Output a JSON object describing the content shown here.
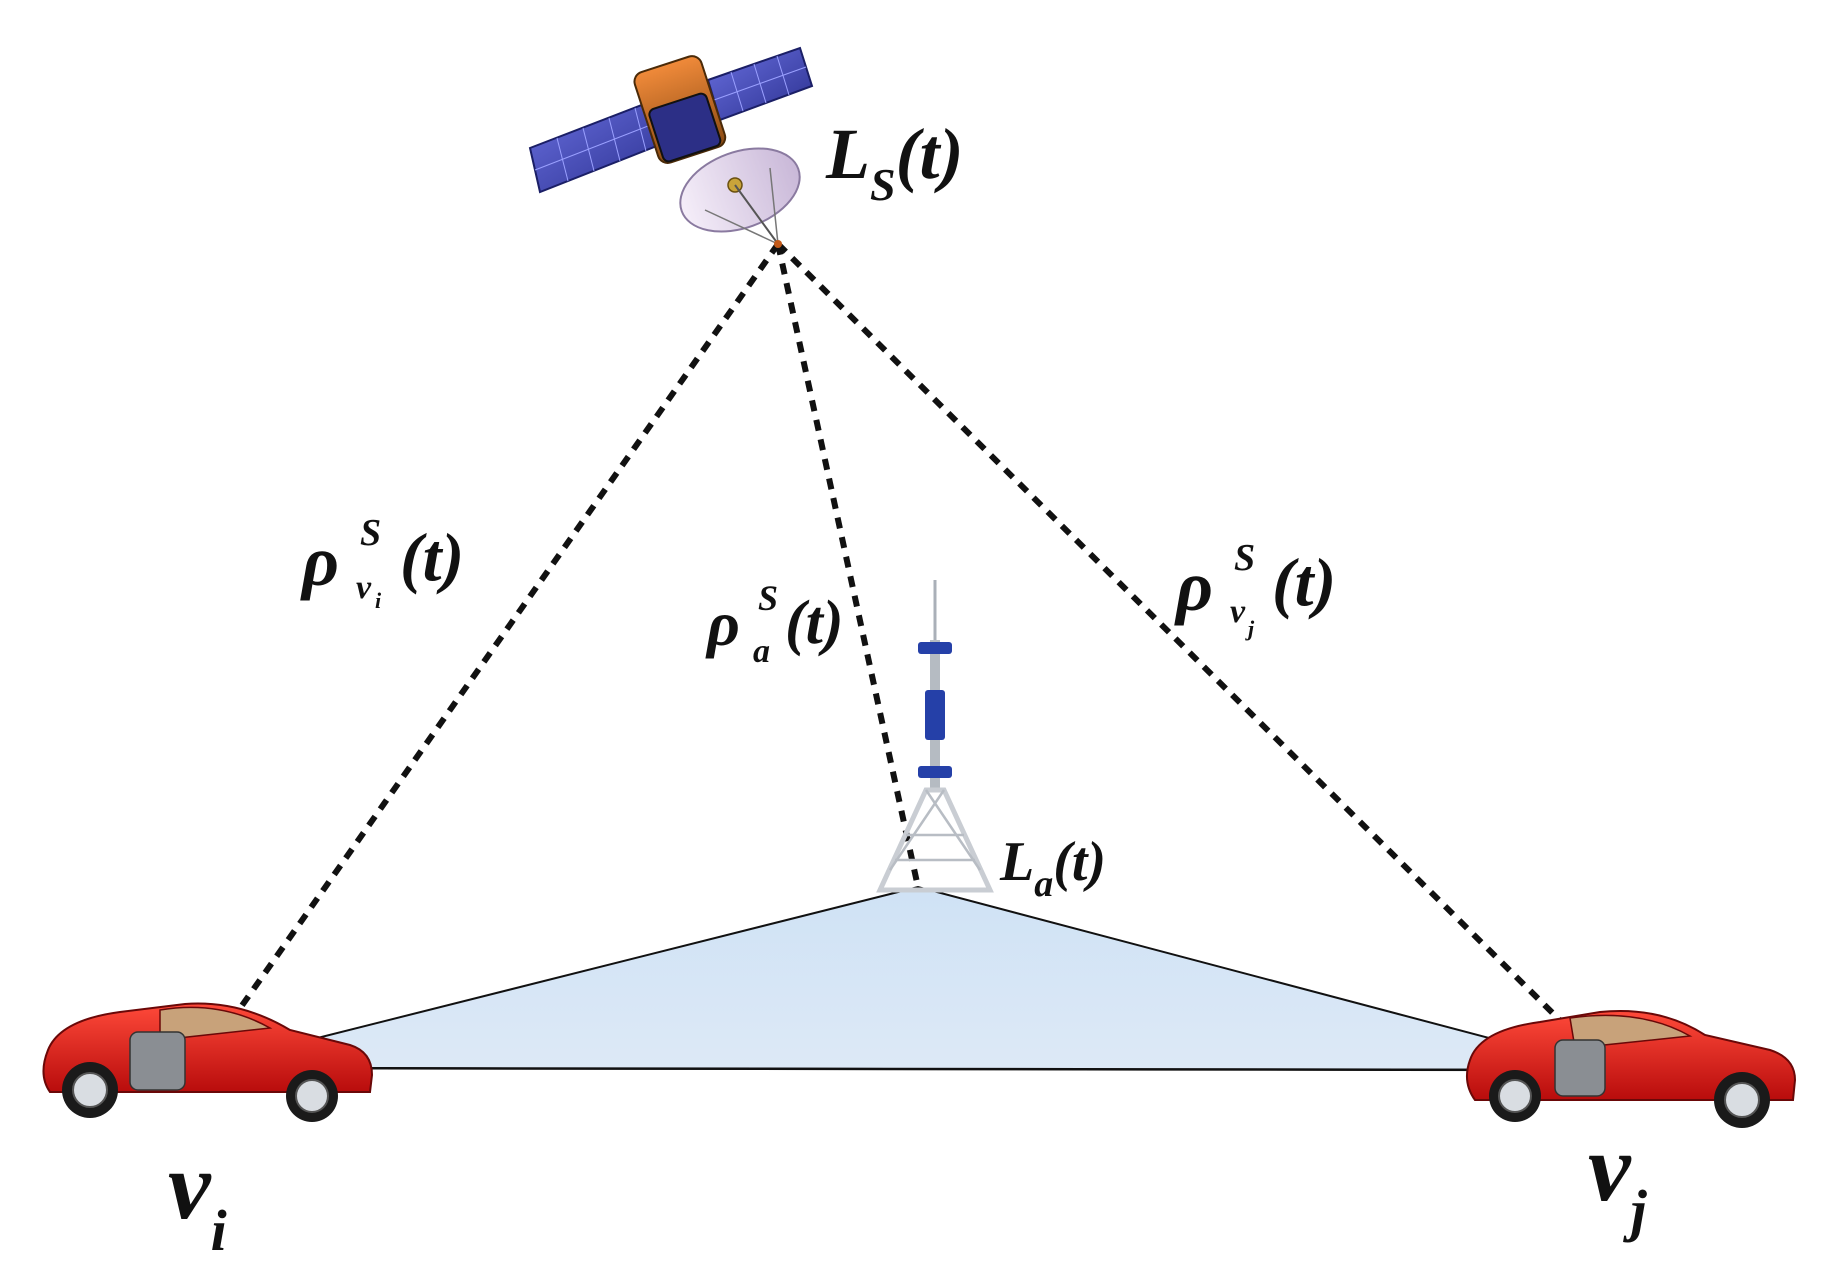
{
  "labels": {
    "satellite_position": {
      "base": "L",
      "sub": "S",
      "arg": "(t)"
    },
    "anchor_position": {
      "base": "L",
      "sub": "a",
      "arg": "(t)"
    },
    "range_vi": {
      "base": "ρ",
      "sup": "S",
      "sub": "v",
      "subsub": "i",
      "arg": "(t)"
    },
    "range_anchor": {
      "base": "ρ",
      "sup": "S",
      "sub": "a",
      "arg": "(t)"
    },
    "range_vj": {
      "base": "ρ",
      "sup": "S",
      "sub": "v",
      "subsub": "j",
      "arg": "(t)"
    },
    "vehicle_i": {
      "base": "v",
      "sub": "i"
    },
    "vehicle_j": {
      "base": "v",
      "sub": "j"
    }
  },
  "icons": [
    "satellite-icon",
    "tower-icon",
    "car-icon",
    "car-icon"
  ],
  "colors": {
    "triangle_fill": "#d6e6f5",
    "car_body": "#e21d1d",
    "solar_panel": "#3a3fb0",
    "tower": "#c9cdd3",
    "dashed_line": "#111111"
  }
}
